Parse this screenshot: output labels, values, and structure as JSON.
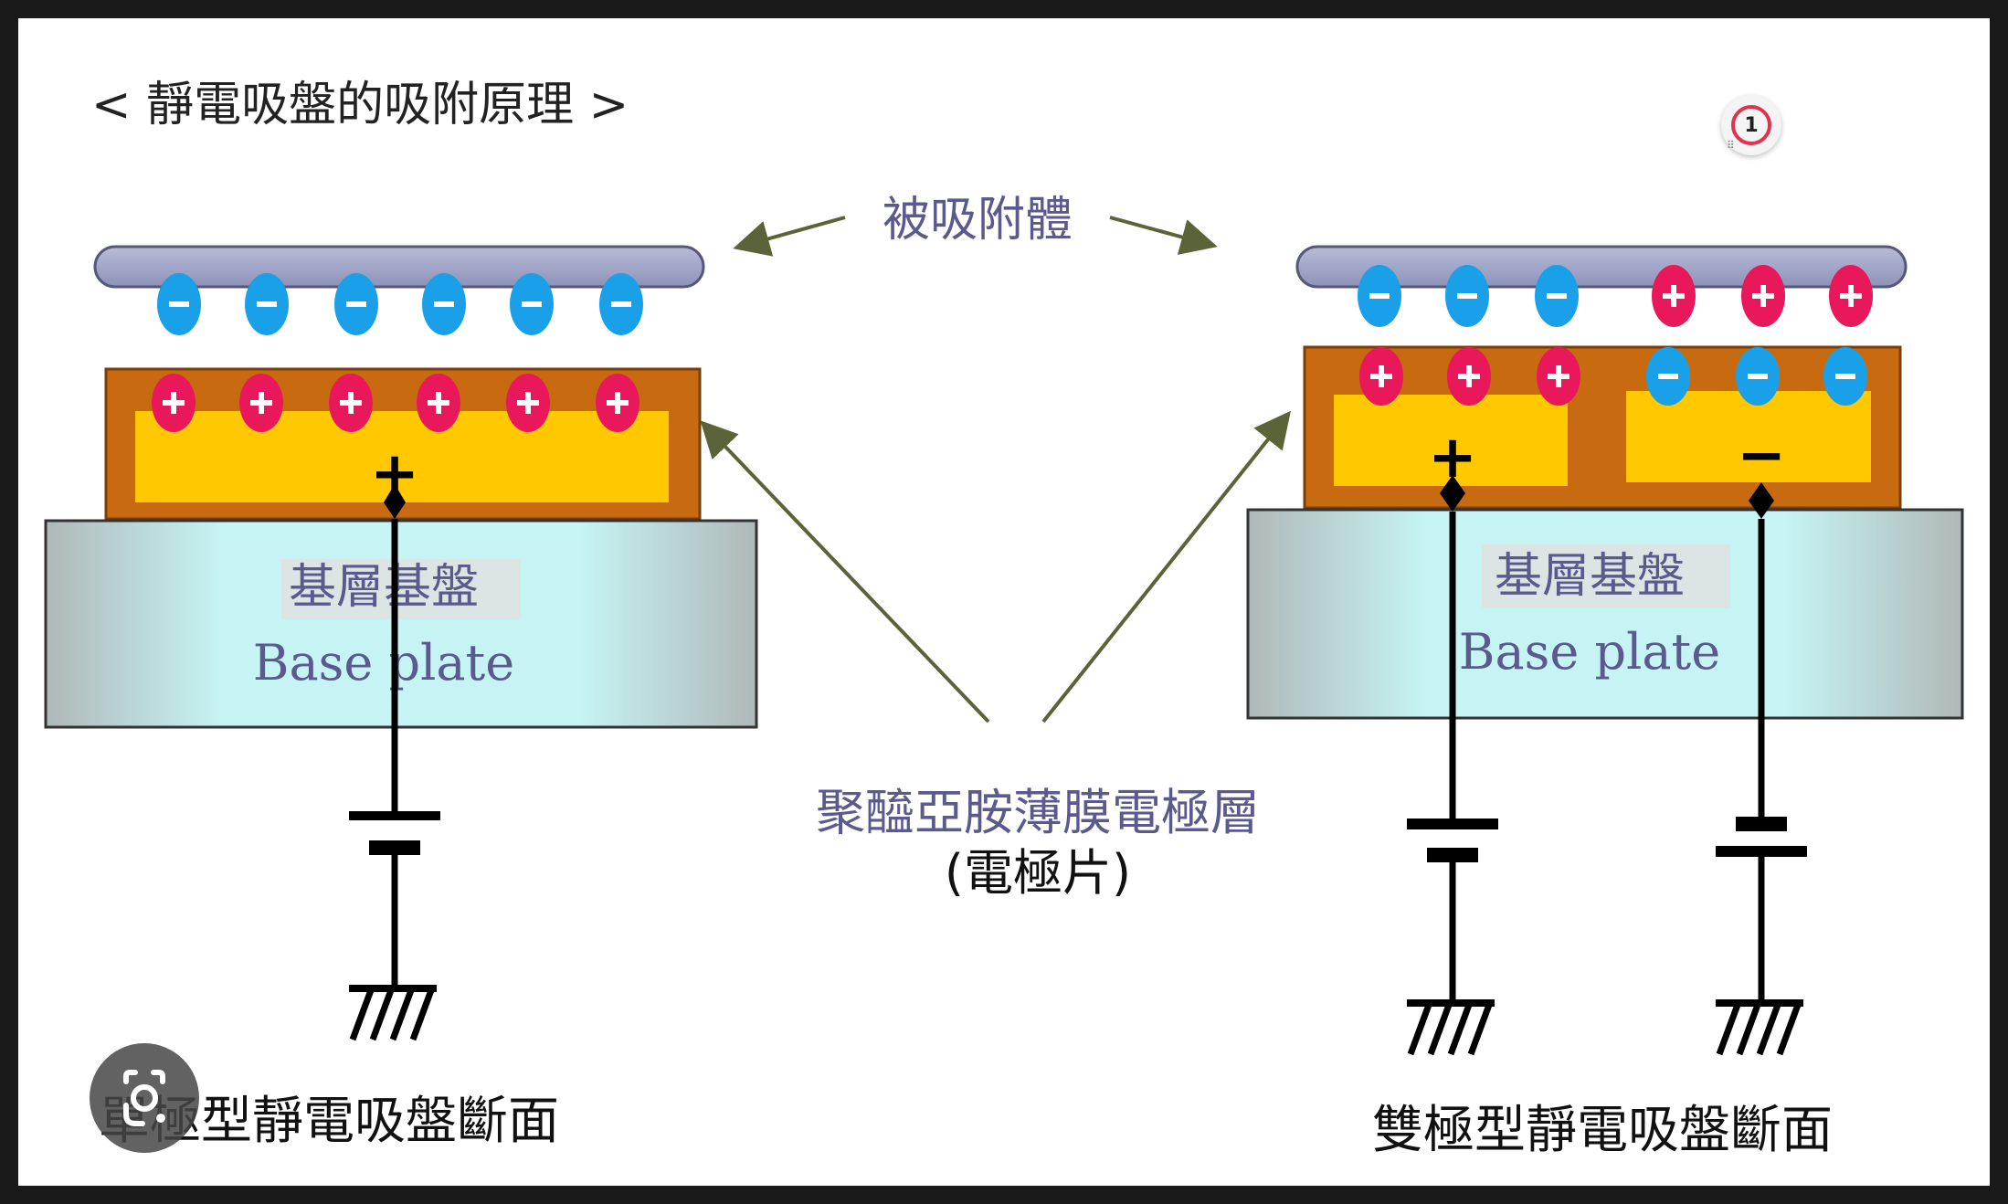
{
  "diagram": {
    "title": "< 靜電吸盤的吸附原理 >",
    "adsorbed_object_label": "被吸附體",
    "electrode_layer_label": "聚醯亞胺薄膜電極層",
    "electrode_layer_sublabel": "(電極片)",
    "left_panel": {
      "base_cn": "基層基盤",
      "base_en": "Base plate",
      "caption": "單極型靜電吸盤斷面",
      "electrode_sign": "+"
    },
    "right_panel": {
      "base_cn": "基層基盤",
      "base_en": "Base plate",
      "caption": "雙極型靜電吸盤斷面",
      "electrode_sign_left": "+",
      "electrode_sign_right": "−"
    }
  },
  "overlay": {
    "badge_number": "1",
    "lens_icon": "google-lens-icon"
  },
  "colors": {
    "wafer": "#9b9fc4",
    "polyimide": "#c86a10",
    "electrode": "#ffc800",
    "base_plate": "#c0ecec",
    "negative_charge": "#1aa0e8",
    "positive_charge": "#e8185a",
    "arrow": "#5b6338",
    "label_text": "#5a5a8c"
  }
}
